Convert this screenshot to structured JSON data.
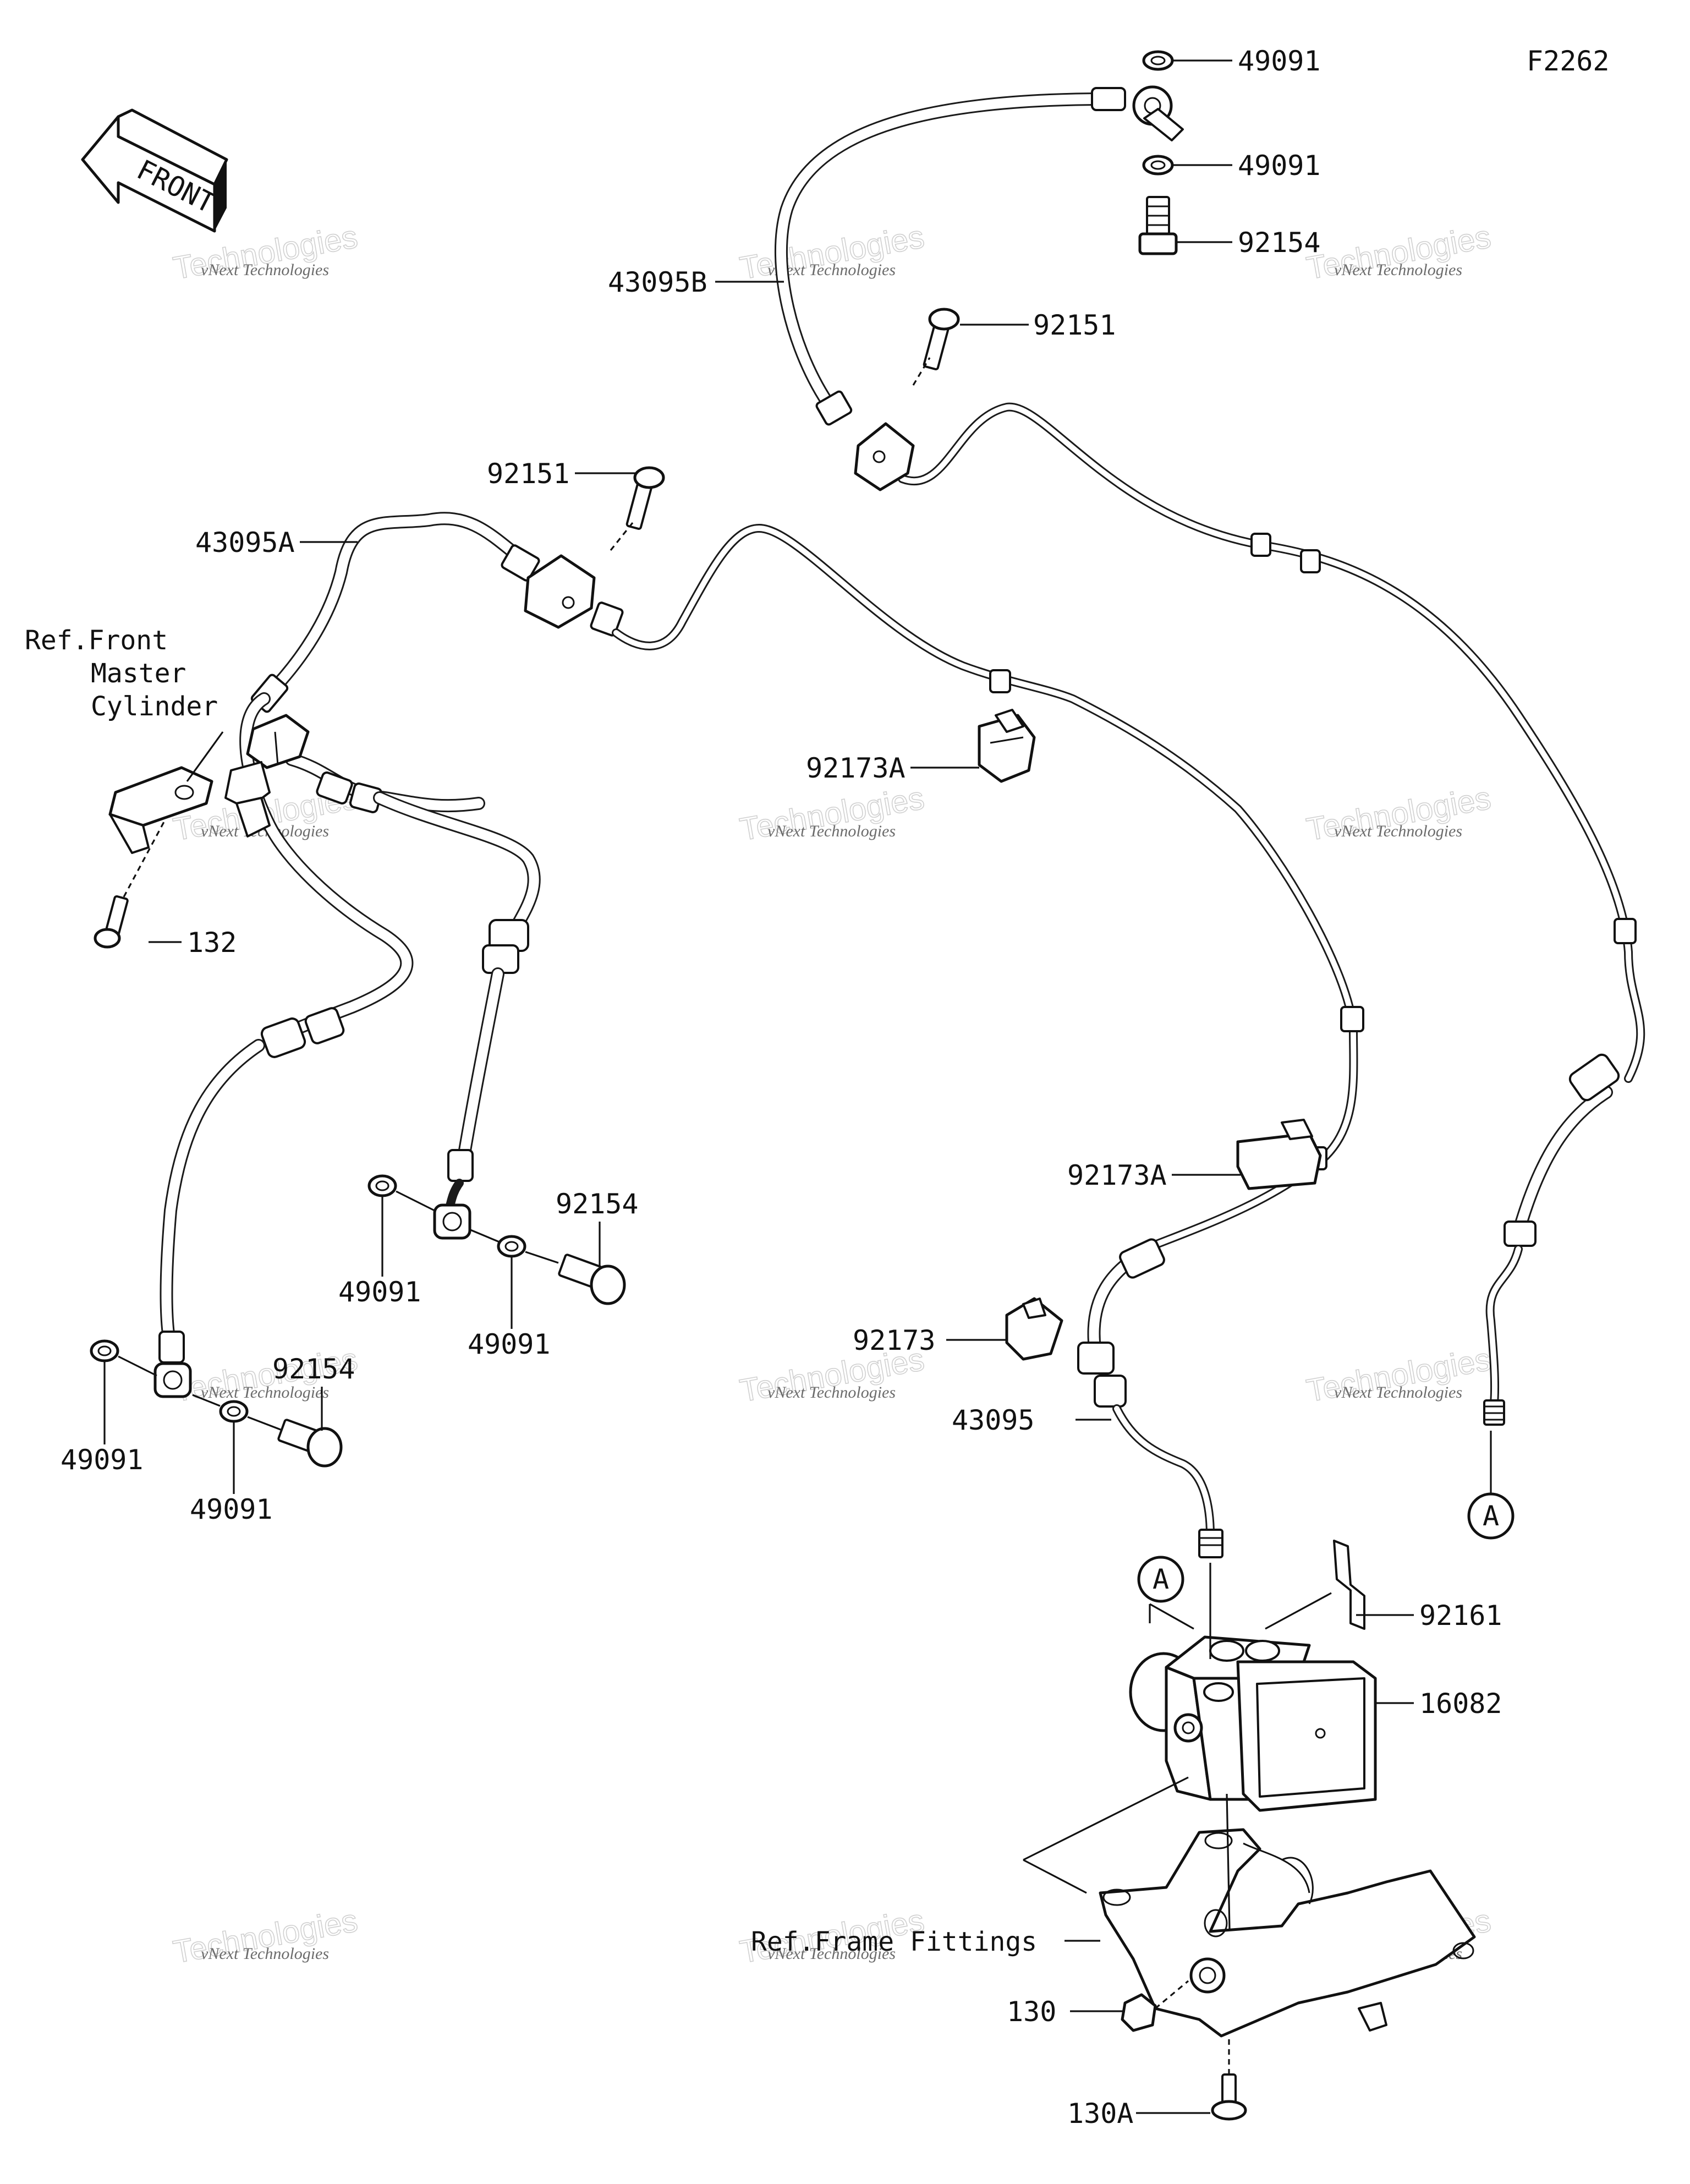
{
  "diagram": {
    "code": "F2262",
    "front_arrow_label": "FRONT",
    "watermark": {
      "line1": "vNext Technologies",
      "line2": "Technologies"
    },
    "reference_notes": {
      "front_master_cylinder": [
        "Ref.Front",
        "Master",
        "Cylinder"
      ],
      "frame_fittings": "Ref.Frame Fittings"
    },
    "callout_marker": "A",
    "part_labels": {
      "washer_top_1": "49091",
      "washer_top_2": "49091",
      "bolt_top": "92154",
      "hose_b": "43095B",
      "bolt_clamp_b": "92151",
      "bolt_clamp_a": "92151",
      "hose_a": "43095A",
      "screw_132": "132",
      "clip_a_upper": "92173A",
      "clip_a_lower": "92173A",
      "bolt_mid": "92154",
      "washer_mid_left": "49091",
      "washer_mid_right": "49091",
      "bolt_left": "92154",
      "washer_left_1": "49091",
      "washer_left_2": "49091",
      "clip_92173": "92173",
      "hose_43095": "43095",
      "plate_92161": "92161",
      "abs_unit": "16082",
      "bolt_130": "130",
      "bolt_130a": "130A"
    }
  }
}
